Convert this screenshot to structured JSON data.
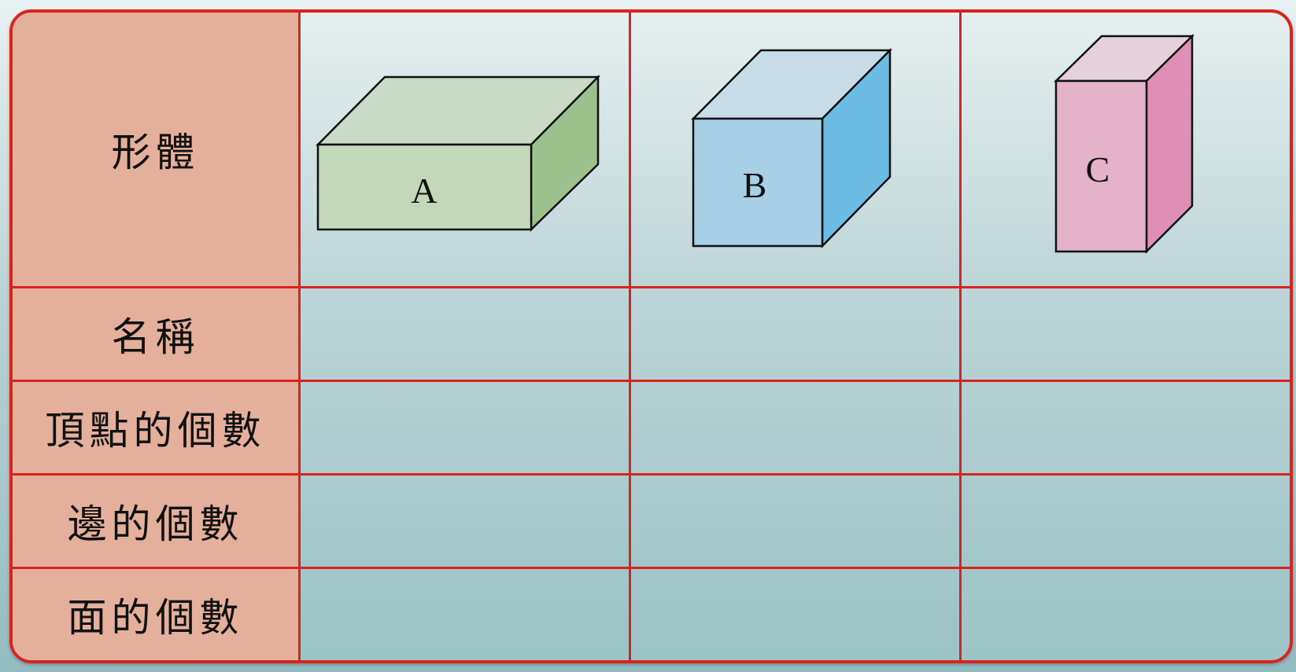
{
  "table": {
    "row_headers": [
      "形體",
      "名稱",
      "頂點的個數",
      "邊的個數",
      "面的個數"
    ],
    "shapes": [
      {
        "label": "A",
        "front_color": "#c3d8b8",
        "top_color": "#c9dbc6",
        "side_color": "#9dc18c",
        "icon": "rectangular-prism-icon"
      },
      {
        "label": "B",
        "front_color": "#a7cfe6",
        "top_color": "#c6dce7",
        "side_color": "#6bbbe2",
        "icon": "cube-icon"
      },
      {
        "label": "C",
        "front_color": "#e5b3c9",
        "top_color": "#e6d0da",
        "side_color": "#df8fb6",
        "icon": "tall-prism-icon"
      }
    ],
    "colors": {
      "border": "#d9231c",
      "header_bg": "#e5b09b"
    }
  }
}
